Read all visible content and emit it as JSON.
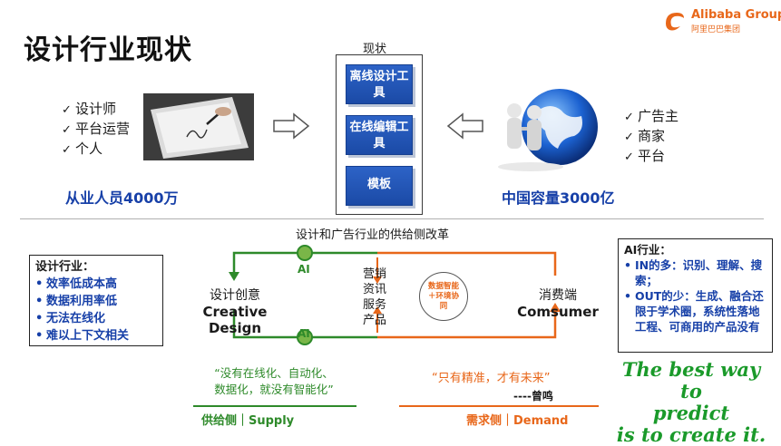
{
  "header": {
    "title": "设计行业现状",
    "logo_text": "Alibaba Group",
    "logo_sub": "阿里巴巴集团"
  },
  "top": {
    "middle_label": "现状",
    "middle_items": [
      "离线设计工具",
      "在线编辑工具",
      "模板"
    ],
    "left_list": [
      "设计师",
      "平台运营",
      "个人"
    ],
    "left_caption": "从业人员4000万",
    "right_list": [
      "广告主",
      "商家",
      "平台"
    ],
    "right_caption": "中国容量3000亿"
  },
  "bottom": {
    "diagram_title": "设计和广告行业的供给侧改革",
    "left_box": {
      "title": "设计行业：",
      "items": [
        "效率低成本高",
        "数据利用率低",
        "无法在线化",
        "难以上下文相关"
      ]
    },
    "right_box": {
      "title": "AI行业：",
      "items": [
        "IN的多：识别、理解、搜索；",
        "OUT的少：生成、融合还限于学术圈，系统性落地工程、可商用的产品没有"
      ]
    },
    "creative_cn": "设计创意",
    "creative_en": "Creative Design",
    "ai_top": "AI",
    "ai_bottom": "AI",
    "middle_vertical": [
      "营销",
      "资讯",
      "服务",
      "产品"
    ],
    "circle_text": "数据智能＋环境协同",
    "consumer_cn": "消费端",
    "consumer_en": "Comsumer",
    "quote_green_line1": "“没有在线化、自动化、",
    "quote_green_line2": "数据化，就没有智能化”",
    "supply_label": "供给侧｜Supply",
    "quote_orange": "“只有精准，才有未来”",
    "author": "----曾鸣",
    "demand_label": "需求侧｜Demand",
    "slogan_line1": "The best way to",
    "slogan_line2": "predict",
    "slogan_line3": "is to create it."
  },
  "colors": {
    "green": "#2e8a2a",
    "orange": "#e8671a",
    "blue": "#1740a8"
  }
}
